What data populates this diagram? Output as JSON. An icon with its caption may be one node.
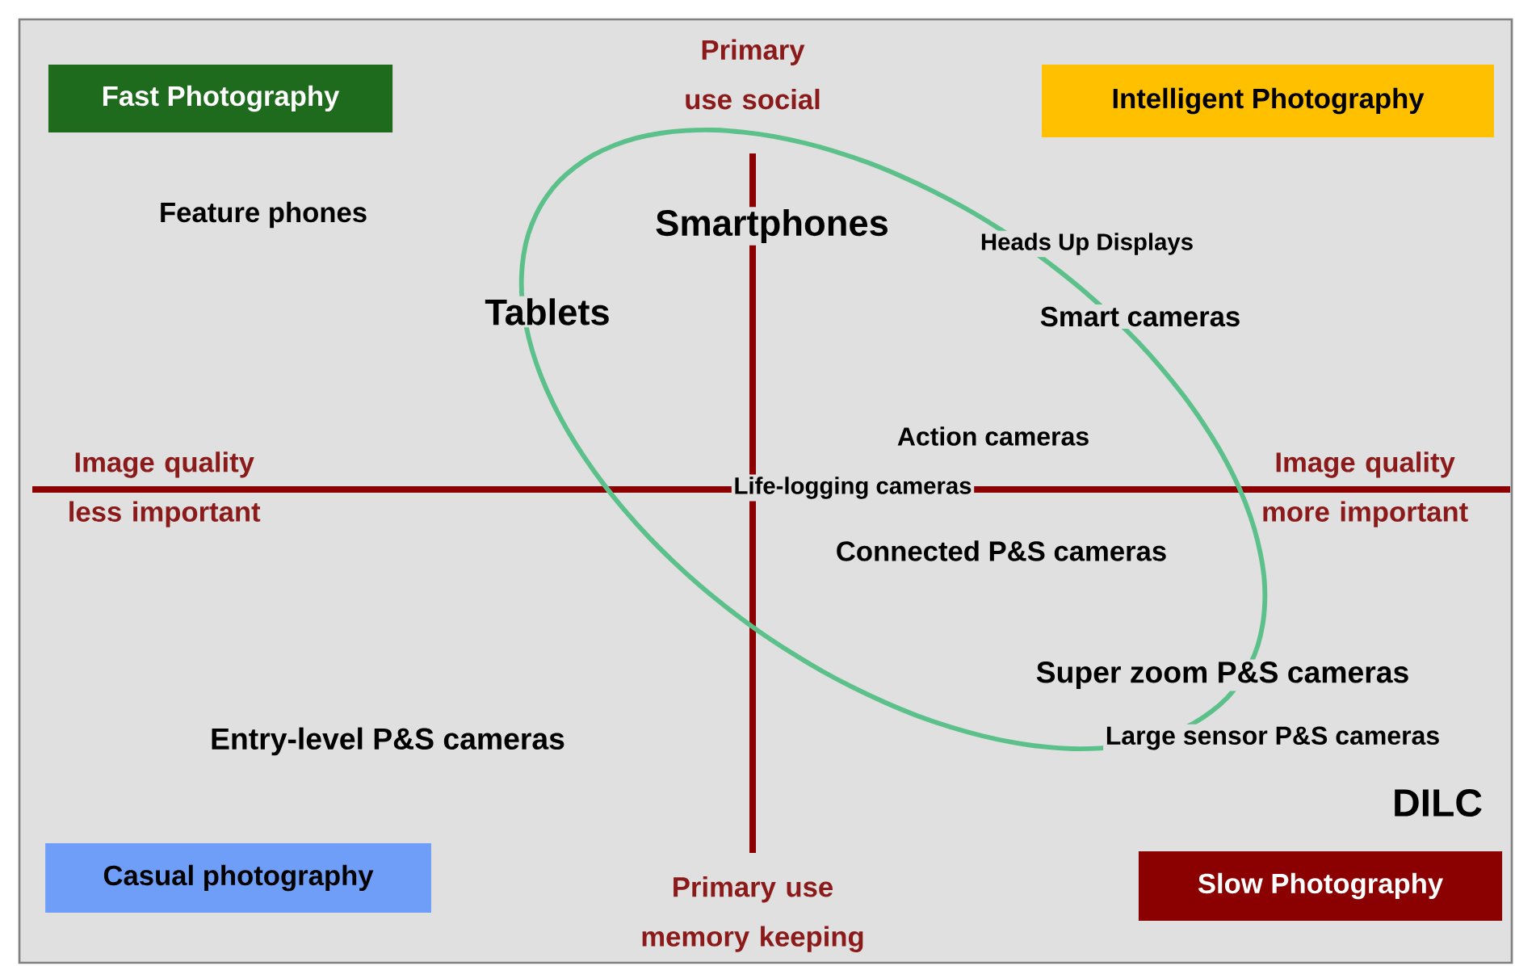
{
  "diagram": {
    "nodes": [
      {
        "text": [
          "Fast Photography"
        ]
      },
      {
        "text": [
          "Intelligent Photography"
        ]
      },
      {
        "text": [
          "Casual photography"
        ]
      },
      {
        "text": [
          "Slow Photography"
        ]
      }
    ],
    "labels": [
      "Primary use social",
      "Feature phones",
      "Smartphones",
      "Heads Up Displays",
      "Tablets",
      "Smart cameras",
      "Action cameras",
      "Image quality less important",
      "Life-logging cameras",
      "Image quality more important",
      "Connected P&S cameras",
      "Super zoom P&S cameras",
      "Entry-level P&S cameras",
      "Large sensor P&S cameras",
      "DILC",
      "Primary use memory keeping"
    ]
  }
}
